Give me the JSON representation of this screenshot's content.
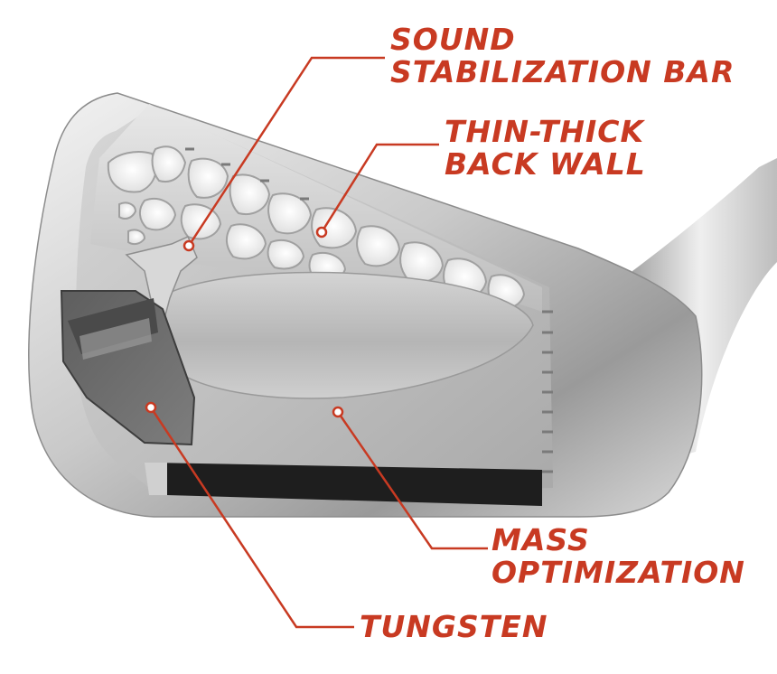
{
  "accent_color": "#c83a22",
  "callouts": {
    "sound_bar": {
      "line1": "SOUND",
      "line2": "STABILIZATION BAR"
    },
    "back_wall": {
      "line1": "THIN-THICK",
      "line2": "BACK WALL"
    },
    "mass": {
      "line1": "MASS",
      "line2": "OPTIMIZATION"
    },
    "tungsten": {
      "line1": "TUNGSTEN"
    }
  }
}
